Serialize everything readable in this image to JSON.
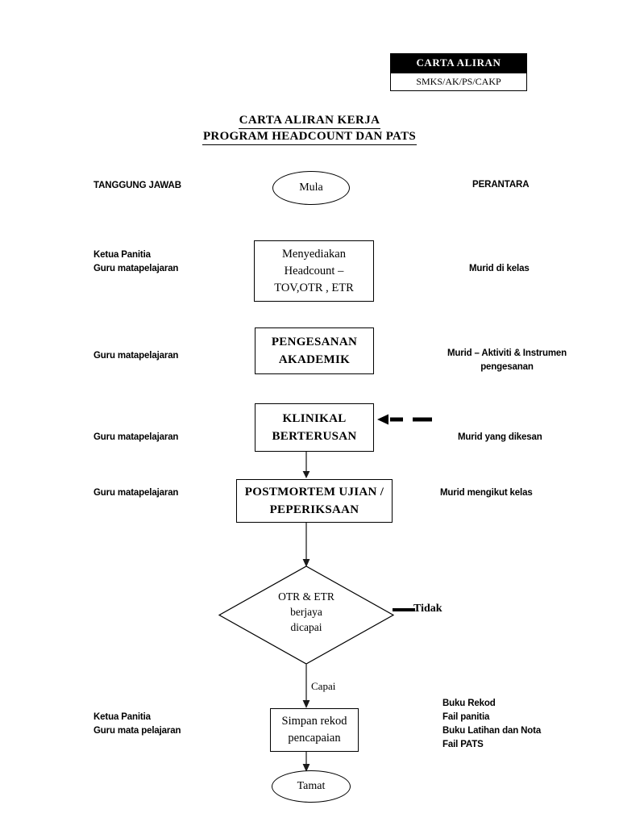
{
  "stamp": {
    "title": "CARTA ALIRAN",
    "code": "SMKS/AK/PS/CAKP"
  },
  "document_title": {
    "line1": "CARTA ALIRAN KERJA",
    "line2": "PROGRAM HEADCOUNT DAN PATS "
  },
  "columns": {
    "left_header": "TANGGUNG JAWAB",
    "right_header": "PERANTARA"
  },
  "flow": {
    "start": {
      "label": "Mula"
    },
    "step1": {
      "line1": "Menyediakan",
      "line2": "Headcount –",
      "line3": "TOV,OTR , ETR",
      "responsibility_line1": "Ketua Panitia",
      "responsibility_line2": "Guru matapelajaran",
      "intermediary_line1": "Murid di kelas"
    },
    "step2": {
      "line1": "PENGESANAN",
      "line2": "AKADEMIK",
      "responsibility_line1": "Guru matapelajaran",
      "intermediary_line1": "Murid – Aktiviti & Instrumen",
      "intermediary_line2": "pengesanan"
    },
    "step3": {
      "line1": "KLINIKAL",
      "line2": "BERTERUSAN",
      "responsibility_line1": "Guru matapelajaran",
      "intermediary_line1": "Murid yang dikesan"
    },
    "step4": {
      "line1": "POSTMORTEM UJIAN /",
      "line2": "PEPERIKSAAN",
      "responsibility_line1": "Guru matapelajaran",
      "intermediary_line1": "Murid mengikut kelas"
    },
    "decision": {
      "line1": "OTR & ETR",
      "line2": "berjaya",
      "line3": "dicapai",
      "branch_no": "Tidak",
      "branch_yes": "Capai"
    },
    "step5": {
      "line1": "Simpan rekod",
      "line2": "pencapaian",
      "responsibility_line1": "Ketua Panitia",
      "responsibility_line2": "Guru mata pelajaran",
      "intermediary_line1": "Buku Rekod",
      "intermediary_line2": "Fail panitia",
      "intermediary_line3": "Buku Latihan dan Nota",
      "intermediary_line4": "Fail PATS"
    },
    "end": {
      "label": "Tamat"
    }
  },
  "colors": {
    "ink": "#000000",
    "paper": "#ffffff",
    "stamp_bar": "#000000",
    "stamp_text": "#ffffff",
    "connector": "#4d4d4d"
  }
}
